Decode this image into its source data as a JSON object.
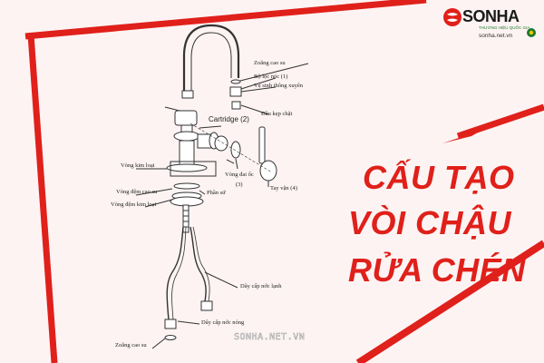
{
  "brand": {
    "name": "SONHA",
    "tagline": "THƯƠNG HIỆU QUỐC GIA",
    "url": "sonha.net.vn"
  },
  "title": {
    "line1": "CẤU TẠO",
    "line2": "VÒI CHẬU",
    "line3": "RỬA CHÉN"
  },
  "labels": {
    "gasket_top": "Zoăng cao su",
    "aerator": "Bộ lọc nóc (1)",
    "cleaning": "Vệ sinh thông xuyên",
    "clamp_head": "Đầu kẹp chặt",
    "cartridge": "Cartridge (2)",
    "metal_ring": "Vòng kim loại",
    "ring_nut": "Vòng đai ốc",
    "ring_nut_num": "(3)",
    "handle": "Tay vặn (4)",
    "rubber_washer": "Vòng đệm cao su",
    "porcelain": "Phần sứ",
    "metal_washer": "Vòng đệm kim loại",
    "cold_hose": "Dây cấp nớc lạnh",
    "hot_hose": "Dây cấp nớc nóng",
    "gasket_bottom": "Zoăng cao su"
  },
  "watermark": "SONHA.NET.VN",
  "colors": {
    "accent": "#e0201a",
    "background": "#fdf3f3",
    "brand_green": "#1b7a2e"
  }
}
